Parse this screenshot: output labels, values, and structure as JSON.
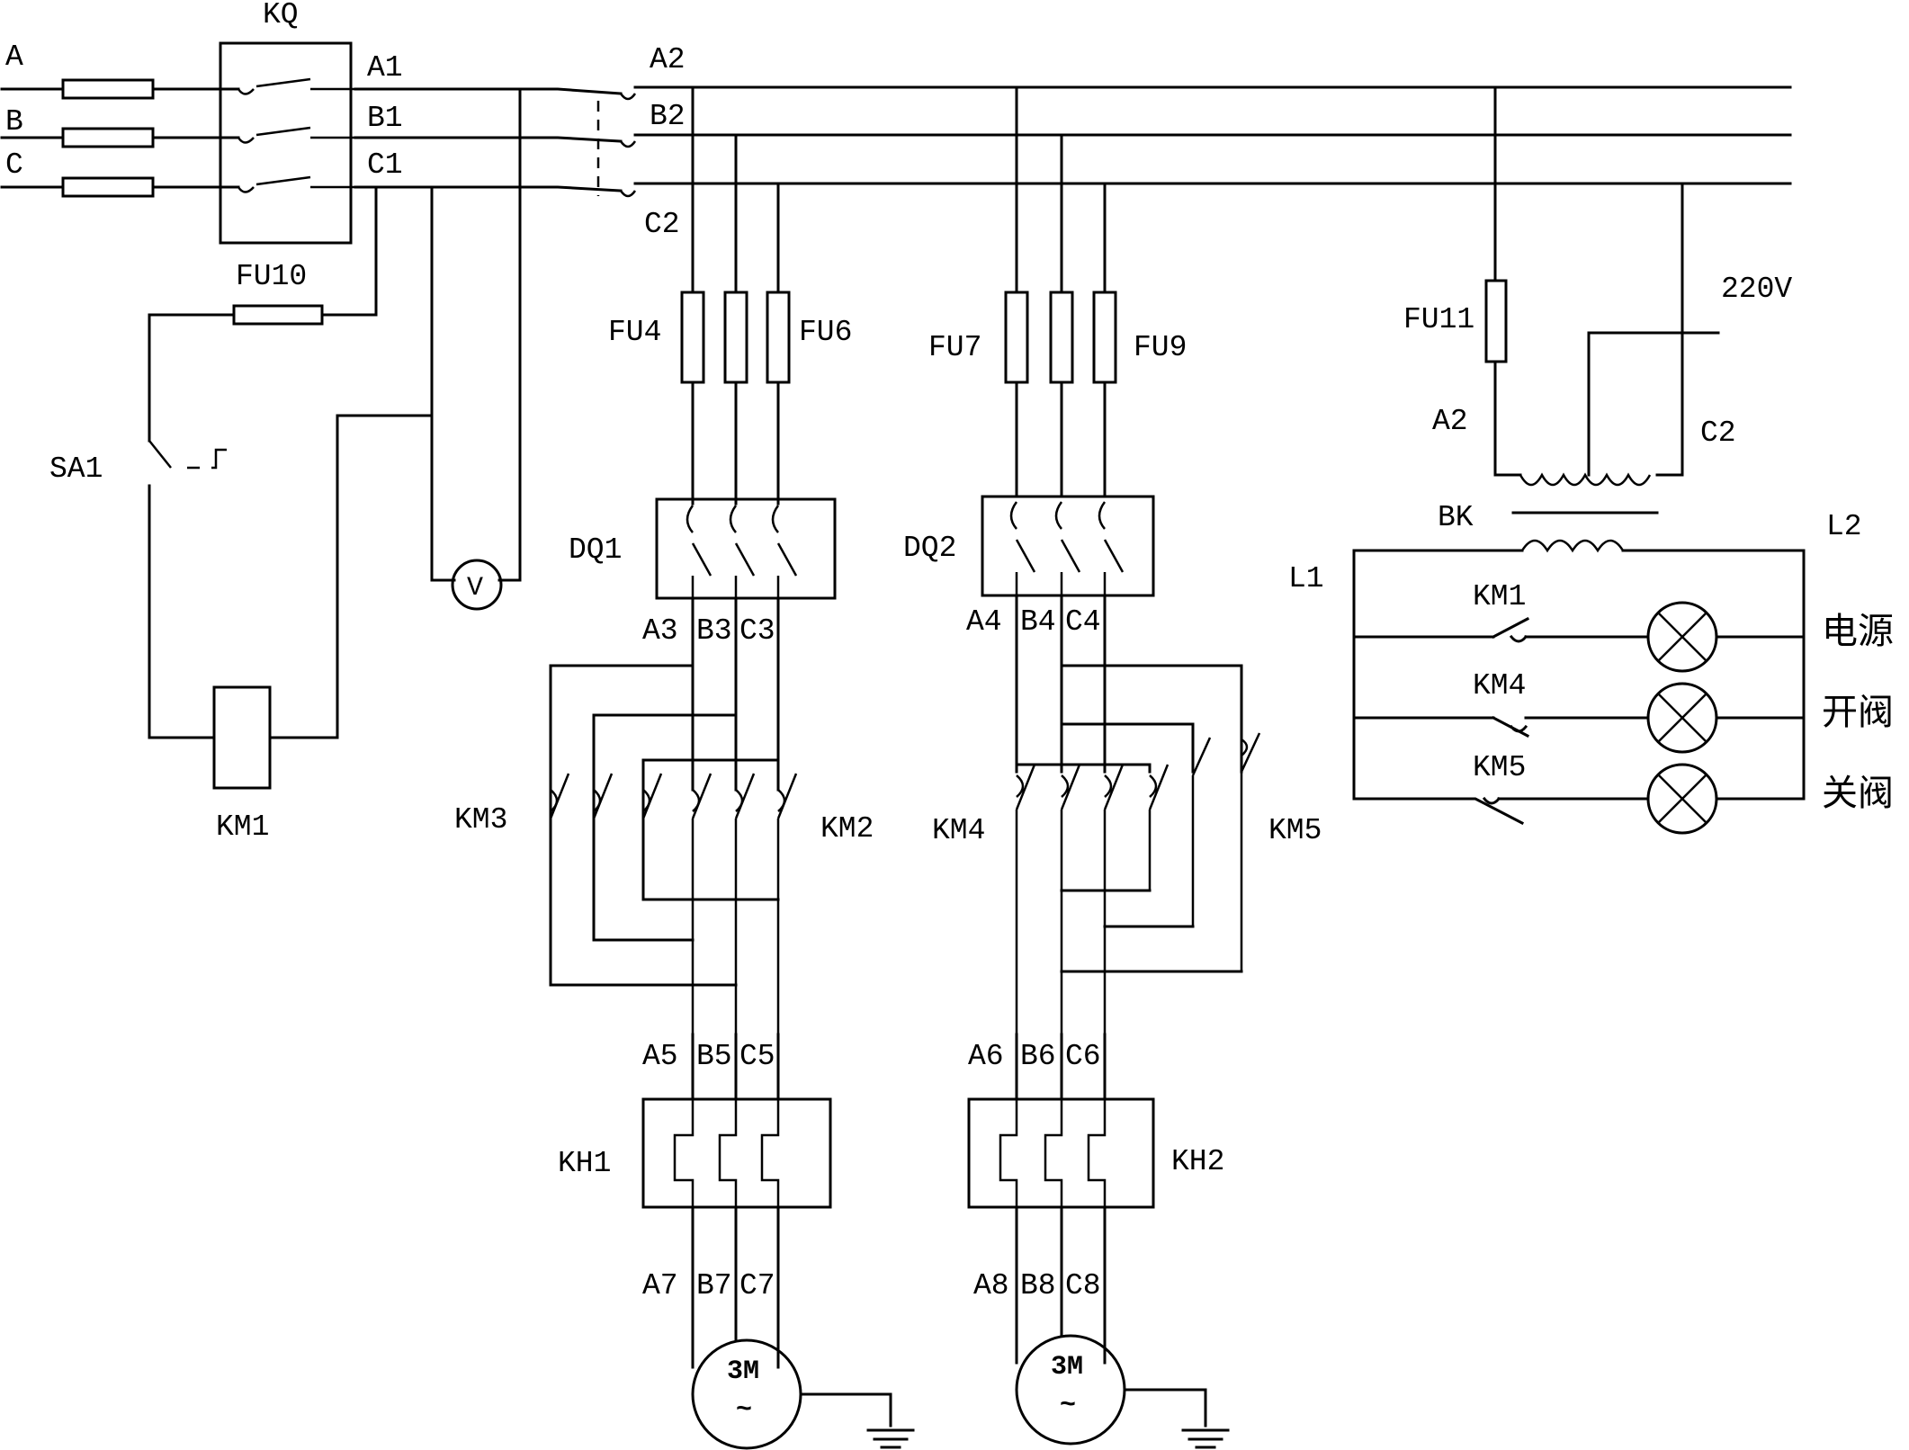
{
  "phases": {
    "a": "A",
    "b": "B",
    "c": "C"
  },
  "breaker": {
    "name": "KQ",
    "out_a": "A1",
    "out_b": "B1",
    "out_c": "C1"
  },
  "bus": {
    "a": "A2",
    "b": "B2",
    "c": "C2"
  },
  "control": {
    "fuse": "FU10",
    "switch": "SA1",
    "coil": "KM1",
    "voltmeter": "V"
  },
  "motor1": {
    "fuse_left": "FU4",
    "fuse_right": "FU6",
    "breaker": "DQ1",
    "t3": [
      "A3",
      "B3",
      "C3"
    ],
    "contactor_left": "KM3",
    "contactor_right": "KM2",
    "t5": [
      "A5",
      "B5",
      "C5"
    ],
    "relay": "KH1",
    "t7": [
      "A7",
      "B7",
      "C7"
    ],
    "motor_label": "3M",
    "motor_symbol": "~"
  },
  "motor2": {
    "fuse_left": "FU7",
    "fuse_right": "FU9",
    "breaker": "DQ2",
    "t4": [
      "A4",
      "B4",
      "C4"
    ],
    "contactor_left": "KM4",
    "contactor_right": "KM5",
    "t6": [
      "A6",
      "B6",
      "C6"
    ],
    "relay": "KH2",
    "t8": [
      "A8",
      "B8",
      "C8"
    ],
    "motor_label": "3M",
    "motor_symbol": "~"
  },
  "indicator": {
    "fuse": "FU11",
    "voltage": "220V",
    "tap_a": "A2",
    "tap_c": "C2",
    "transformer": "BK",
    "l1": "L1",
    "l2": "L2",
    "rows": [
      {
        "contact": "KM1",
        "text": "电源"
      },
      {
        "contact": "KM4",
        "text": "开阀"
      },
      {
        "contact": "KM5",
        "text": "关阀"
      }
    ]
  }
}
